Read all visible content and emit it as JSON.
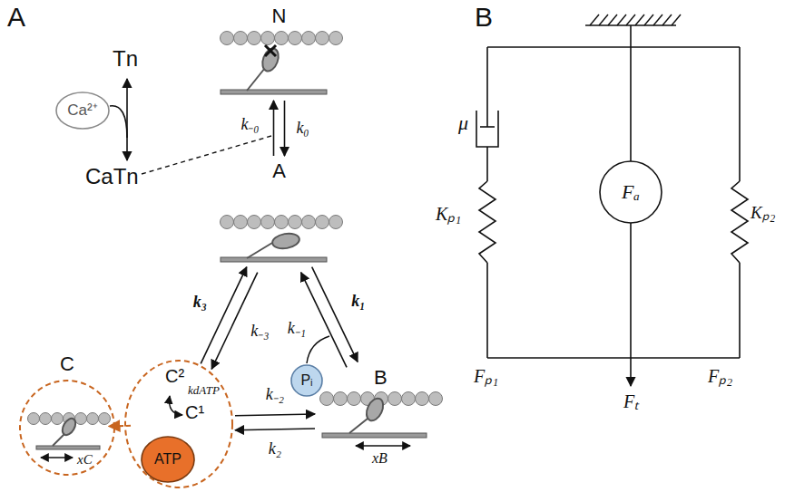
{
  "diagram": {
    "nodes": [
      {
        "text": [
          "N"
        ]
      },
      {
        "text": [
          "Ca²⁺"
        ]
      },
      {
        "text": [
          "A"
        ]
      },
      {
        "text": [
          "C²",
          "C¹"
        ]
      },
      {
        "text": [
          "ATP"
        ],
        "in": 3
      },
      {
        "text": [
          "Pᵢ"
        ]
      },
      {
        "text": [
          "B"
        ]
      },
      {
        "text": [
          "C"
        ]
      },
      {
        "text": [
          "Fₐ"
        ]
      }
    ],
    "edges": [
      {
        "from": 0,
        "to": 2,
        "label": "k₀",
        "arrow": "to"
      },
      {
        "from": 2,
        "to": 0,
        "label": "k₋₀",
        "arrow": "to"
      },
      {
        "from": 2,
        "to": 6,
        "label": "k₁",
        "arrow": "to"
      },
      {
        "from": 6,
        "to": 2,
        "label": "k₋₁",
        "arrow": "to"
      },
      {
        "from": 3,
        "to": 2,
        "label": "k₃",
        "arrow": "to"
      },
      {
        "from": 2,
        "to": 3,
        "label": "k₋₃",
        "arrow": "to"
      },
      {
        "from": 3,
        "to": 6,
        "label": "k₋₂",
        "arrow": "to"
      },
      {
        "from": 6,
        "to": 3,
        "label": "k₂",
        "arrow": "to"
      },
      {
        "from": 3,
        "to": 7,
        "arrow": "to"
      }
    ],
    "labels": [
      "A",
      "B",
      "Tn",
      "CaTn",
      "kdATP",
      "xB",
      "xC",
      "μ",
      "Kₚ₁",
      "Kₚ₂",
      "Fₚ₁",
      "Fₚ₂",
      "Fₜ"
    ]
  }
}
